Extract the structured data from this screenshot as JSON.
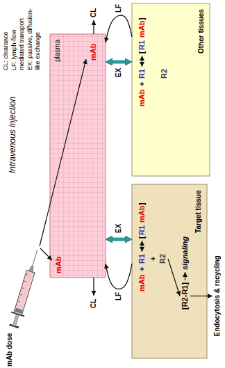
{
  "diagram": {
    "title": "Intravenous injection",
    "nodes": [
      {
        "text": [
          "plasma",
          "mAb",
          "mAb"
        ]
      },
      {
        "text": [
          "mAb",
          "+",
          "R1",
          "[",
          "R1",
          "mAb",
          "]",
          "+",
          "R2",
          "[R2-R1]",
          "signaling",
          "Target tissue"
        ]
      },
      {
        "text": [
          "mAb",
          "+",
          "R1",
          "[",
          "R1",
          "mAb",
          "]",
          "R2",
          "Other tissues"
        ]
      }
    ],
    "edges": [
      {
        "from": 1,
        "to": 0,
        "arrow": "to",
        "label": "LF"
      },
      {
        "from": 0,
        "to": 1,
        "arrow": "both",
        "label": "EX"
      },
      {
        "from": 2,
        "to": 0,
        "arrow": "to",
        "label": "LF"
      },
      {
        "from": 0,
        "to": 2,
        "arrow": "both",
        "label": "EX"
      }
    ],
    "labels": [
      "mAb dose",
      "CL",
      "CL",
      "CL: clearance",
      "LF: lymph-flow mediated transport",
      "EX: passive, diffusion-like exchange",
      "Endocytosis & recycling"
    ]
  }
}
